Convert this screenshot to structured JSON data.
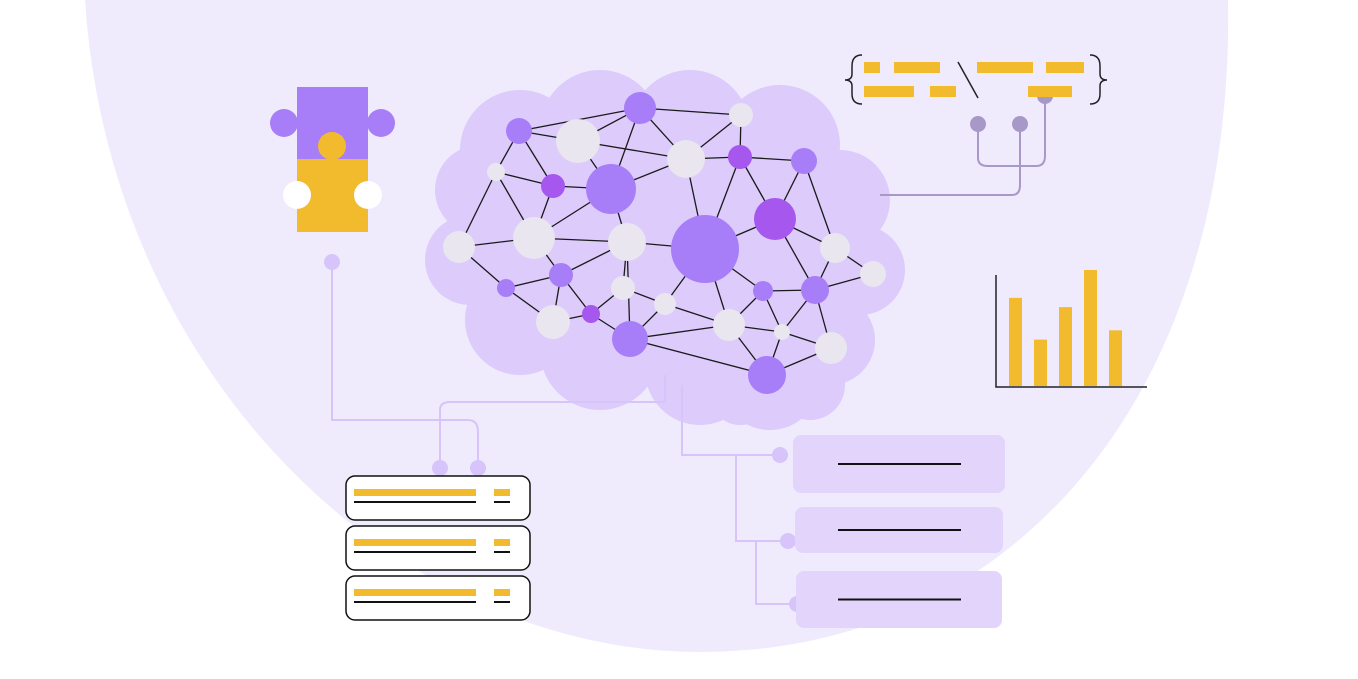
{
  "illustration": {
    "subject": "brain-network-icon",
    "colors": {
      "background": "#ffffff",
      "backdrop": "#efebfd",
      "brain": "#dccbfb",
      "node_purple": "#a87ef8",
      "node_dark": "#a557ee",
      "node_light": "#e9e6ef",
      "accent_yellow": "#f2bb2e",
      "puzzle_purple": "#a87ef8",
      "connector": "#d6c4fa",
      "connector_dark": "#a898c8",
      "panel": "#e3d4fc",
      "line": "#111111"
    },
    "icons": [
      "puzzle-icon",
      "code-braces-icon",
      "bar-chart-icon",
      "server-stack-icon",
      "list-panels-icon"
    ],
    "bar_chart_relative_values": [
      0.76,
      0.4,
      0.68,
      1.0,
      0.48
    ]
  }
}
